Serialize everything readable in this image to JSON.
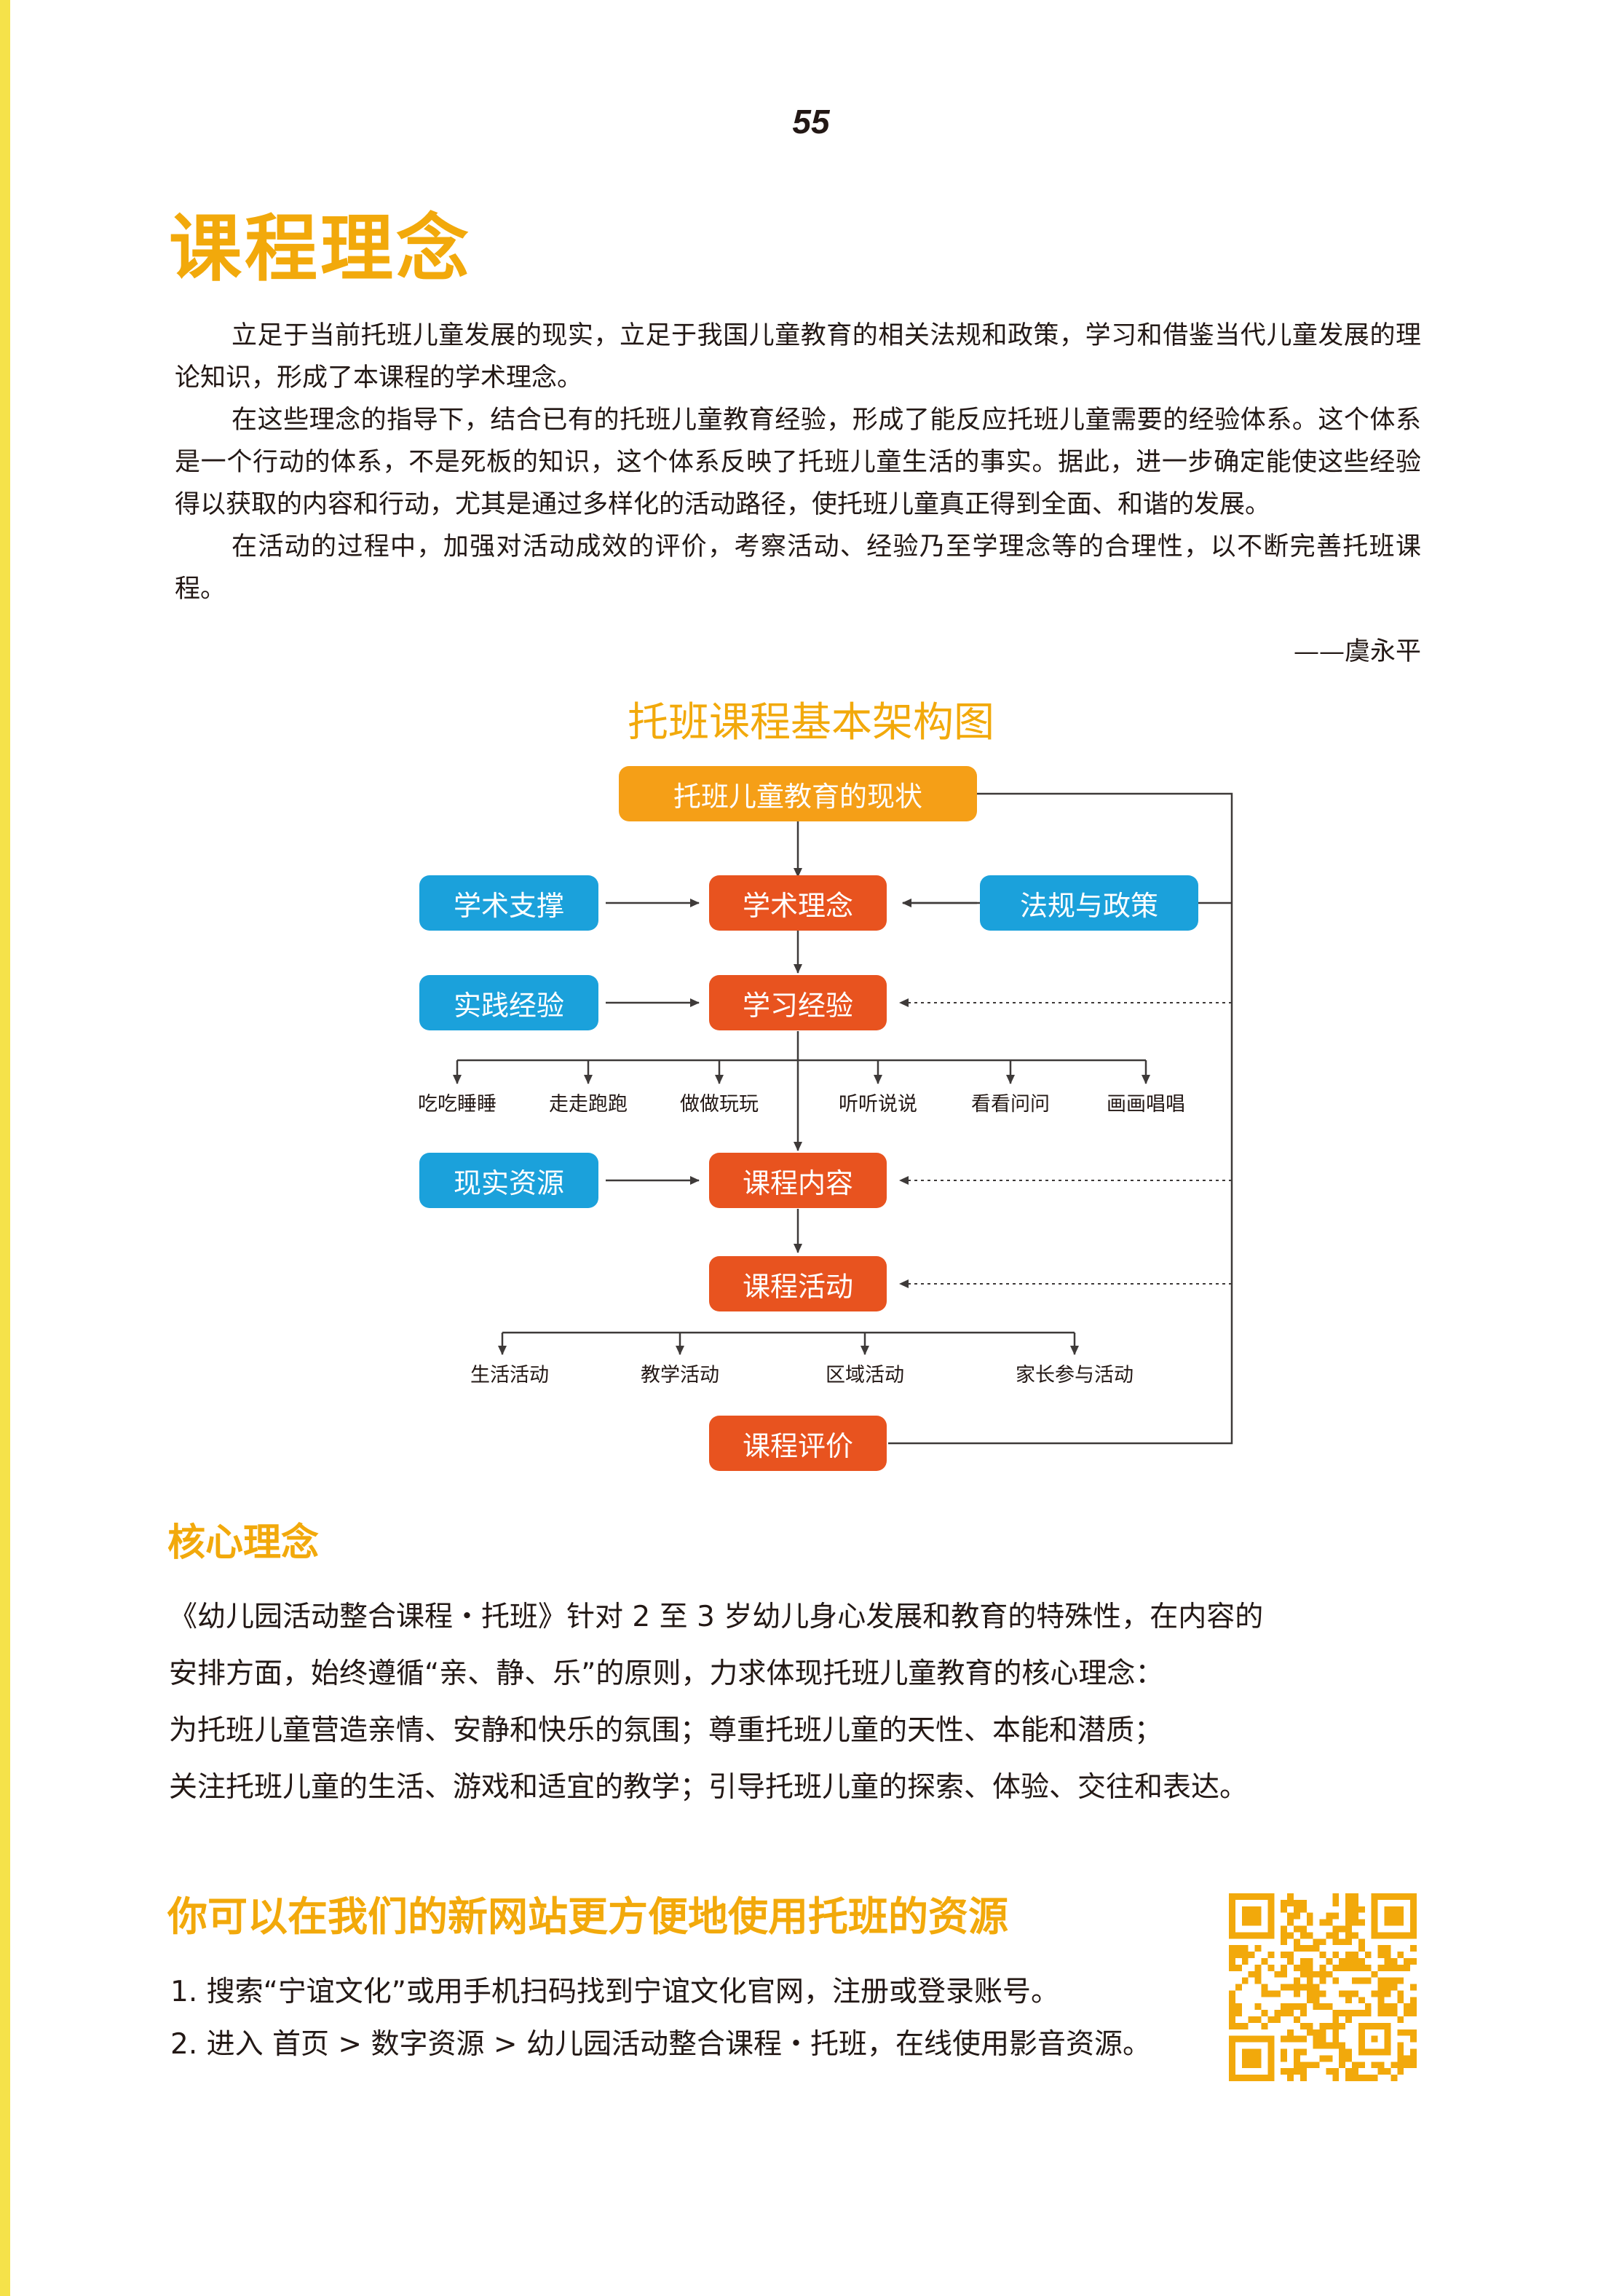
{
  "page_number": "55",
  "title": "课程理念",
  "intro": {
    "paragraphs": [
      "立足于当前托班儿童发展的现实，立足于我国儿童教育的相关法规和政策，学习和借鉴当代儿童发展的理论知识，形成了本课程的学术理念。",
      "在这些理念的指导下，结合已有的托班儿童教育经验，形成了能反应托班儿童需要的经验体系。这个体系是一个行动的体系，不是死板的知识，这个体系反映了托班儿童生活的事实。据此，进一步确定能使这些经验得以获取的内容和行动，尤其是通过多样化的活动路径，使托班儿童真正得到全面、和谐的发展。",
      "在活动的过程中，加强对活动成效的评价，考察活动、经验乃至学理念等的合理性，以不断完善托班课程。"
    ],
    "signature": "——虞永平"
  },
  "diagram": {
    "title": "托班课程基本架构图",
    "nodes": {
      "status": "托班儿童教育的现状",
      "academic_support": "学术支撑",
      "academic_concept": "学术理念",
      "laws_policy": "法规与政策",
      "practice_experience": "实践经验",
      "learning_experience": "学习经验",
      "real_resources": "现实资源",
      "course_content": "课程内容",
      "course_activities": "课程活动",
      "course_evaluation": "课程评价"
    },
    "experience_items": [
      "吃吃睡睡",
      "走走跑跑",
      "做做玩玩",
      "听听说说",
      "看看问问",
      "画画唱唱"
    ],
    "activity_items": [
      "生活活动",
      "教学活动",
      "区域活动",
      "家长参与活动"
    ]
  },
  "core": {
    "heading": "核心理念",
    "lines": [
      "《幼儿园活动整合课程・托班》针对 2 至 3 岁幼儿身心发展和教育的特殊性，在内容的",
      "安排方面，始终遵循“亲、静、乐”的原则，力求体现托班儿童教育的核心理念：",
      "为托班儿童营造亲情、安静和快乐的氛围；尊重托班儿童的天性、本能和潜质；",
      "关注托班儿童的生活、游戏和适宜的教学；引导托班儿童的探索、体验、交往和表达。"
    ]
  },
  "website": {
    "heading": "你可以在我们的新网站更方便地使用托班的资源",
    "steps": [
      "1. 搜索“宁谊文化”或用手机扫码找到宁谊文化官网，注册或登录账号。",
      "2. 进入 首页 > 数字资源 > 幼儿园活动整合课程・托班，在线使用影音资源。"
    ],
    "qr_icon": "qr-code-icon"
  },
  "colors": {
    "accent": "#f2a90b",
    "orange_node": "#f59f17",
    "red_node": "#e8531f",
    "blue_node": "#1ba1db",
    "sidebar": "#f5e24a"
  }
}
